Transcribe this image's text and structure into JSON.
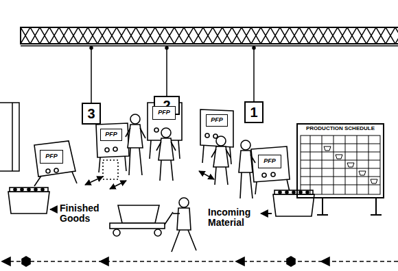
{
  "diagram": {
    "nodes": [
      {
        "text": [
          "3"
        ]
      },
      {
        "text": [
          "2"
        ]
      },
      {
        "text": [
          "1"
        ]
      },
      {
        "text": [
          "PFP"
        ]
      },
      {
        "text": [
          "PFP"
        ]
      },
      {
        "text": [
          "PFP"
        ]
      },
      {
        "text": [
          "PFP"
        ]
      },
      {
        "text": [
          "PFP"
        ]
      },
      {
        "text": [
          "PRODUCTION SCHEDULE"
        ]
      }
    ],
    "labels": [
      "Finished Goods",
      "Incoming Material"
    ]
  }
}
